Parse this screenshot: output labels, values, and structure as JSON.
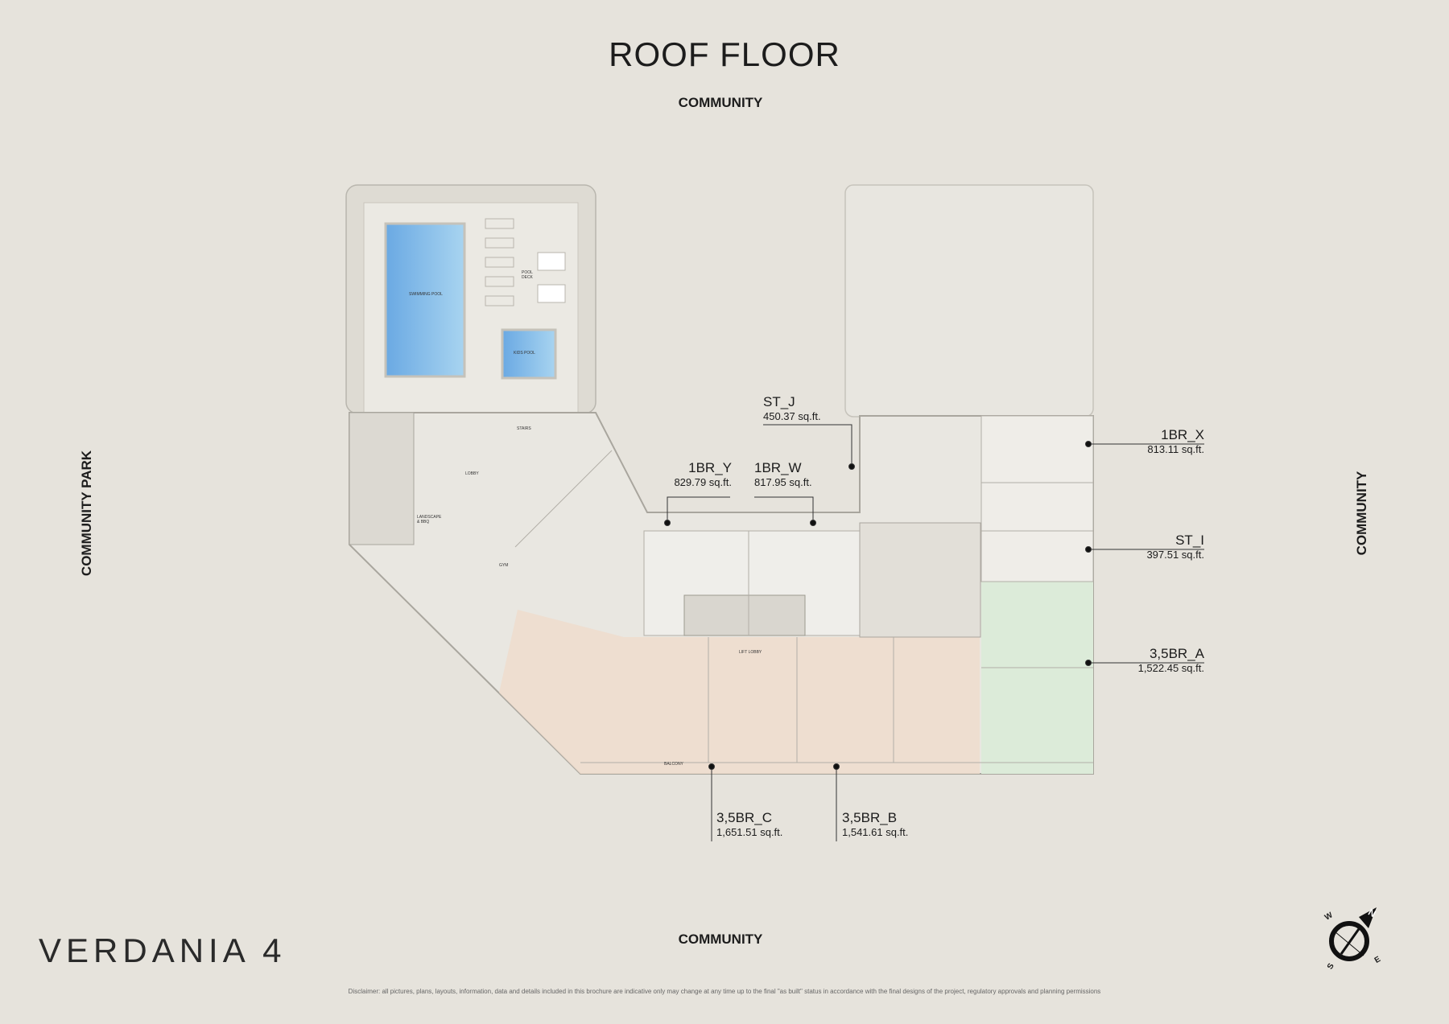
{
  "title": "ROOF FLOOR",
  "surroundings": {
    "top": "COMMUNITY",
    "bottom": "COMMUNITY",
    "left": "COMMUNITY PARK",
    "right": "COMMUNITY"
  },
  "brand": "VERDANIA 4",
  "disclaimer": "Disclaimer: all pictures, plans, layouts, information, data and details included in this brochure are indicative only may change at any time up to the final \"as built\" status in accordance with the final designs of the project, regulatory approvals and planning permissions",
  "compass": {
    "n": "N",
    "s": "S",
    "e": "E",
    "w": "W"
  },
  "amenities": {
    "swimming_pool": "SWIMMING POOL",
    "kids_pool": "KIDS POOL",
    "pool_deck": "POOL DECK",
    "landscape": "LANDSCAPE & BBQ",
    "gym": "GYM",
    "lobby": "LOBBY",
    "lift_lobby": "LIFT LOBBY",
    "stairs": "STAIRS",
    "balcony": "BALCONY"
  },
  "units": [
    {
      "name": "ST_J",
      "area": "450.37 sq.ft."
    },
    {
      "name": "1BR_Y",
      "area": "829.79 sq.ft."
    },
    {
      "name": "1BR_W",
      "area": "817.95 sq.ft."
    },
    {
      "name": "1BR_X",
      "area": "813.11  sq.ft."
    },
    {
      "name": "ST_I",
      "area": "397.51 sq.ft."
    },
    {
      "name": "3,5BR_A",
      "area": "1,522.45 sq.ft."
    },
    {
      "name": "3,5BR_C",
      "area": "1,651.51 sq.ft."
    },
    {
      "name": "3,5BR_B",
      "area": "1,541.61 sq.ft."
    }
  ],
  "colors": {
    "background": "#e6e3dc",
    "pool": "#7fb8e6",
    "zone_green": "#dcebd9",
    "zone_peach": "#efdccd"
  }
}
